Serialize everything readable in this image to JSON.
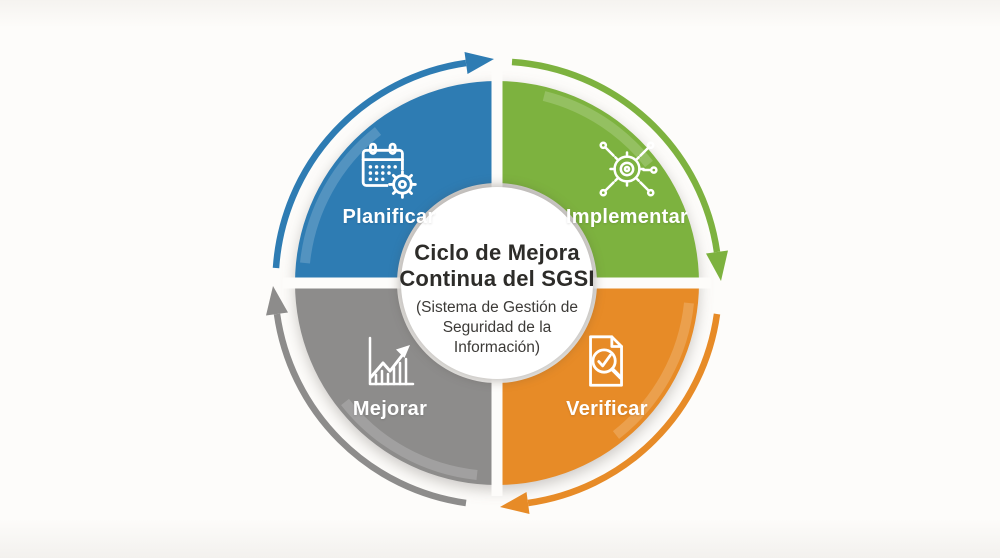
{
  "background": "#fdfcfa",
  "center": {
    "title_line1": "Ciclo de Mejora",
    "title_line2": "Continua del SGSI",
    "subtitle_line1": "(Sistema de Gestión de",
    "subtitle_line2": "Seguridad de la",
    "subtitle_line3": "Información)"
  },
  "flow": {
    "direction": "clockwise"
  },
  "quadrants": [
    {
      "label": "Planificar",
      "color": "#2e7cb3",
      "icon": "calendar-gear-icon",
      "position": "top-left"
    },
    {
      "label": "Implementar",
      "color": "#7db23f",
      "icon": "automation-gears-icon",
      "position": "top-right"
    },
    {
      "label": "Verificar",
      "color": "#e78b27",
      "icon": "document-check-magnifier-icon",
      "position": "bottom-right"
    },
    {
      "label": "Mejorar",
      "color": "#8d8c8b",
      "icon": "growth-chart-arrow-icon",
      "position": "bottom-left"
    }
  ]
}
